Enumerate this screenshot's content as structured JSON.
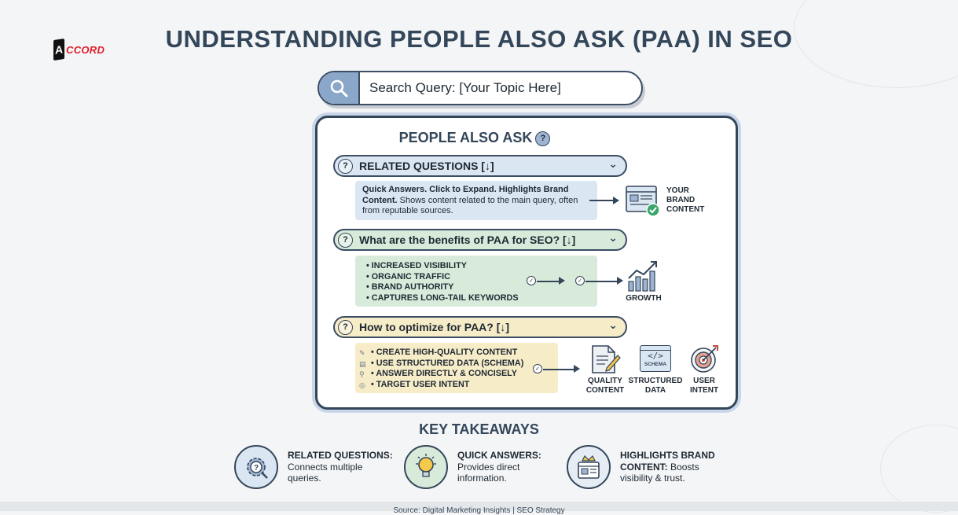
{
  "logo": {
    "mark": "A",
    "text": "CCORD"
  },
  "title": "UNDERSTANDING PEOPLE ALSO ASK (PAA) IN SEO",
  "search": {
    "text": "Search Query: [Your Topic Here]",
    "icon": "search-icon"
  },
  "paa": {
    "title": "PEOPLE ALSO ASK",
    "help_glyph": "?",
    "sections": [
      {
        "question": "RELATED QUESTIONS [↓]",
        "color": "#dbe6f3",
        "answer_bold": "Quick Answers. Click to Expand. Highlights Brand Content.",
        "answer_text": " Shows content related to the main query, often from reputable sources.",
        "result_label": [
          "YOUR",
          "BRAND",
          "CONTENT"
        ],
        "result_icon": "brand-content-icon"
      },
      {
        "question": "What are the benefits of PAA for SEO? [↓]",
        "color": "#d8ebdb",
        "bullets": [
          "• INCREASED VISIBILITY",
          "• ORGANIC TRAFFIC",
          "• BRAND AUTHORITY",
          "• CAPTURES LONG-TAIL KEYWORDS"
        ],
        "result_label": [
          "GROWTH"
        ],
        "result_icon": "growth-chart-icon"
      },
      {
        "question": "How to optimize for PAA? [↓]",
        "color": "#f7ecc8",
        "bullets": [
          "• CREATE HIGH-QUALITY CONTENT",
          "• USE STRUCTURED DATA (SCHEMA)",
          "• ANSWER DIRECTLY & CONCISELY",
          "• TARGET USER INTENT"
        ],
        "results": [
          {
            "label": [
              "QUALITY",
              "CONTENT"
            ],
            "icon": "document-pen-icon"
          },
          {
            "label": [
              "STRUCTURED",
              "DATA"
            ],
            "icon": "schema-icon",
            "badge": "SCHEMA"
          },
          {
            "label": [
              "USER",
              "INTENT"
            ],
            "icon": "target-icon"
          }
        ]
      }
    ]
  },
  "takeaways": {
    "title": "KEY TAKEAWAYS",
    "items": [
      {
        "bold": "RELATED QUESTIONS:",
        "text": "Connects multiple queries.",
        "icon": "gear-question-icon"
      },
      {
        "bold": "QUICK ANSWERS:",
        "text": "Provides direct information.",
        "icon": "lightbulb-icon"
      },
      {
        "bold": "HIGHLIGHTS BRAND CONTENT:",
        "text": "Boosts visibility & trust.",
        "icon": "brand-crown-icon"
      }
    ]
  },
  "footer": "Source: Digital Marketing Insights | SEO Strategy",
  "colors": {
    "navy": "#34465a",
    "blue": "#dbe6f3",
    "green": "#d8ebdb",
    "yellow": "#f7ecc8",
    "brand_red": "#e11d2a"
  }
}
